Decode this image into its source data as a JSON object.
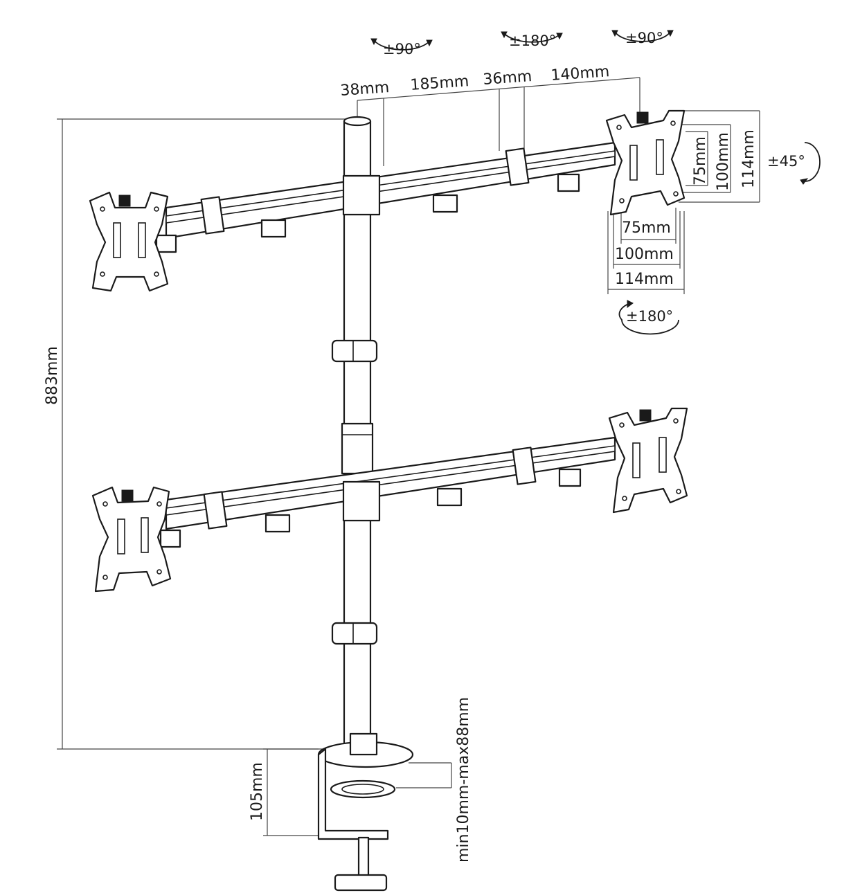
{
  "arm_dimensions": {
    "d1": "38mm",
    "d2": "185mm",
    "d3": "36mm",
    "d4": "140mm"
  },
  "rotations": {
    "left_tilt": "±90°",
    "center_swivel": "±180°",
    "right_tilt": "±90°",
    "plate_rotation": "±45°",
    "bottom_swivel": "±180°"
  },
  "vesa": {
    "v75": "75mm",
    "v100": "100mm",
    "v114": "114mm",
    "h75": "75mm",
    "h100": "100mm",
    "h114": "114mm"
  },
  "heights": {
    "total": "883mm",
    "clamp": "105mm",
    "desk_thickness": "min10mm-max88mm"
  }
}
